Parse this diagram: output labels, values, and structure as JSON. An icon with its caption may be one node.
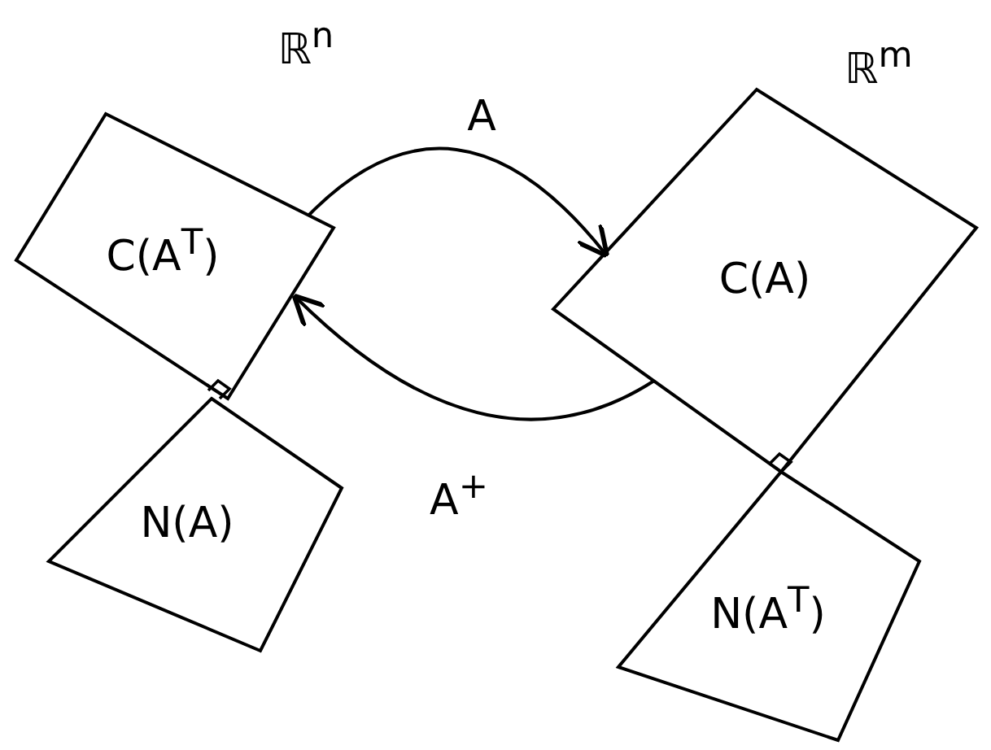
{
  "diagram": {
    "nodes": [
      {
        "text": [
          "C(A$^{T}$)"
        ]
      },
      {
        "text": [
          "N(A)"
        ]
      },
      {
        "text": [
          "C(A)"
        ]
      },
      {
        "text": [
          "N(A$^{T}$)"
        ]
      }
    ],
    "edges": [
      {
        "from": 0,
        "to": 2,
        "arrow": "to",
        "label": "A"
      },
      {
        "from": 2,
        "to": 0,
        "arrow": "to",
        "label": "A$^{+}$"
      }
    ],
    "labels": [
      "ℝ$^{n}$",
      "ℝ$^{m}$"
    ]
  }
}
